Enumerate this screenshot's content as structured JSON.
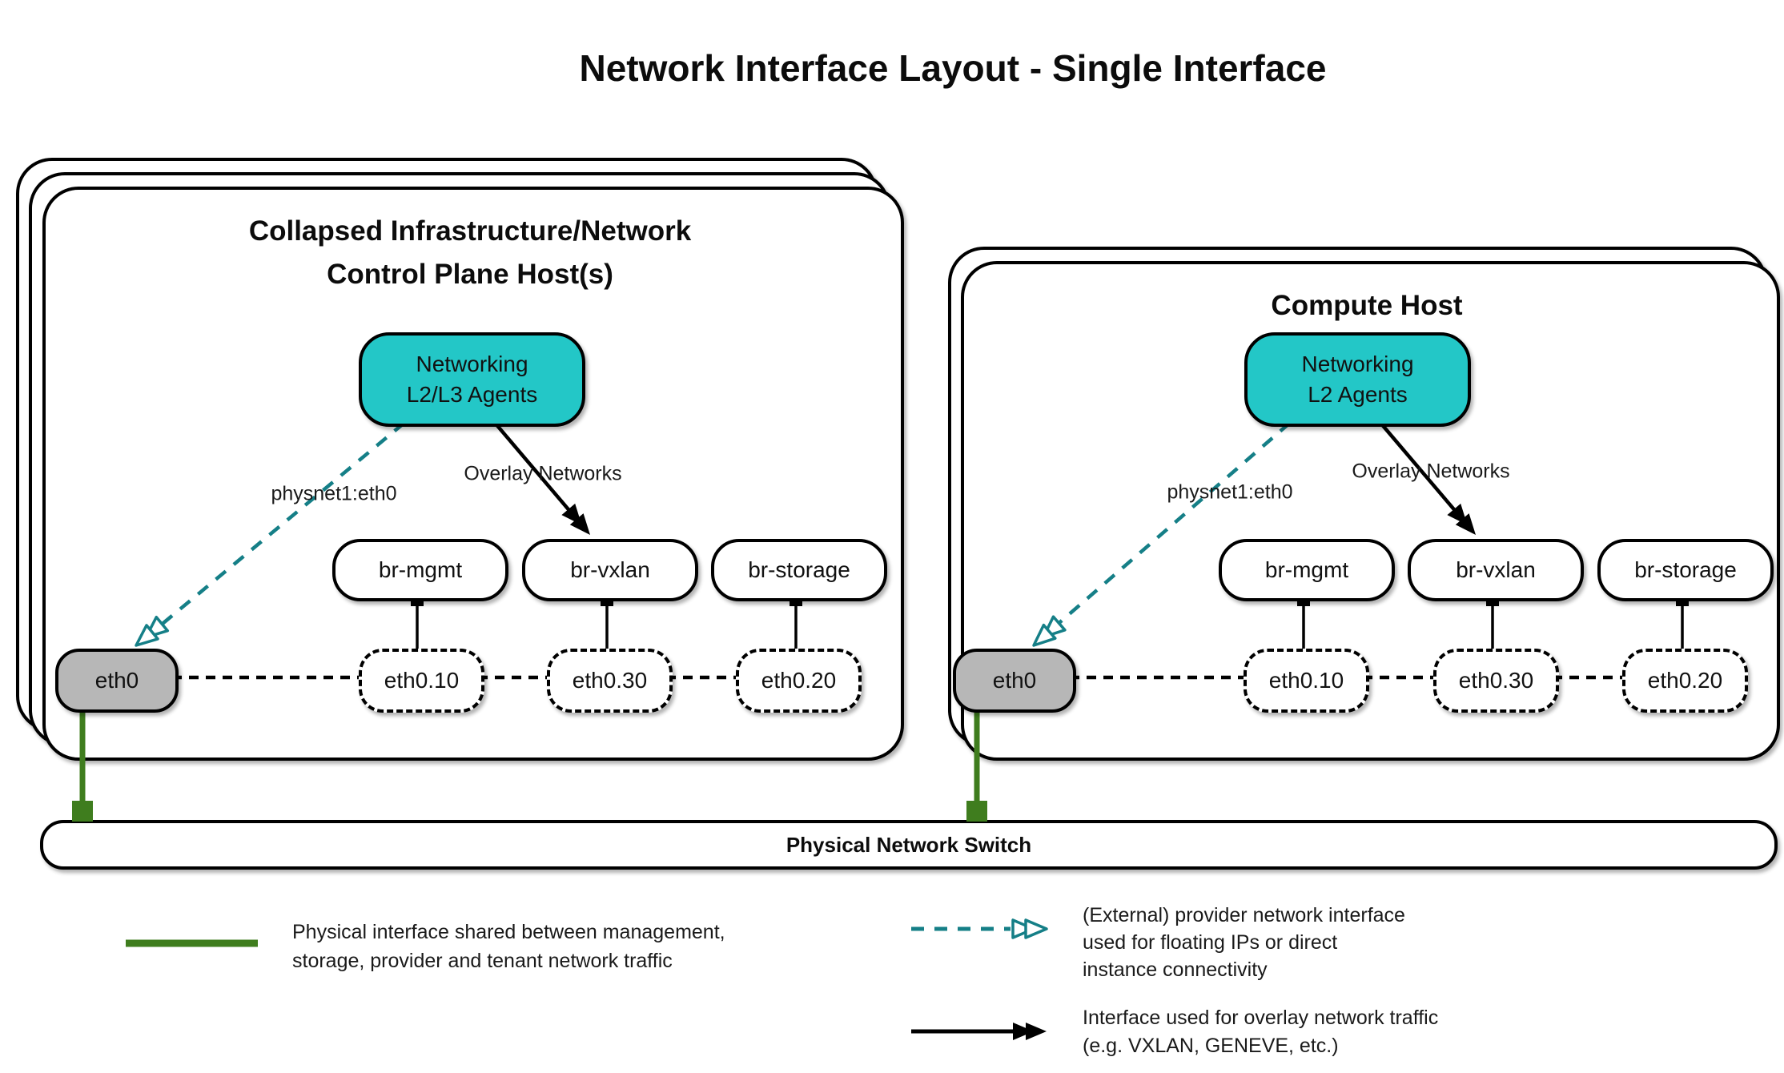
{
  "title": "Network Interface Layout - Single Interface",
  "colors": {
    "teal_fill": "#23c7c7",
    "teal_line": "#157f87",
    "green": "#3f7d1e",
    "phys_gray": "#b7b7b7"
  },
  "hosts": {
    "left": {
      "title_line1": "Collapsed Infrastructure/Network",
      "title_line2": "Control Plane Host(s)",
      "agent_line1": "Networking",
      "agent_line2": "L2/L3 Agents",
      "provider_label": "physnet1:eth0",
      "overlay_label": "Overlay Networks",
      "bridges": [
        "br-mgmt",
        "br-vxlan",
        "br-storage"
      ],
      "phys_if": "eth0",
      "vlan_ifs": [
        "eth0.10",
        "eth0.30",
        "eth0.20"
      ]
    },
    "right": {
      "title_line1": "Compute Host",
      "agent_line1": "Networking",
      "agent_line2": "L2 Agents",
      "provider_label": "physnet1:eth0",
      "overlay_label": "Overlay Networks",
      "bridges": [
        "br-mgmt",
        "br-vxlan",
        "br-storage"
      ],
      "phys_if": "eth0",
      "vlan_ifs": [
        "eth0.10",
        "eth0.30",
        "eth0.20"
      ]
    }
  },
  "switch_label": "Physical Network Switch",
  "legend": {
    "physical": {
      "line1": "Physical interface shared between management,",
      "line2": "storage, provider and tenant network traffic"
    },
    "provider": {
      "line1": "(External) provider network interface",
      "line2": "used for floating IPs or direct",
      "line3": "instance connectivity"
    },
    "overlay": {
      "line1": "Interface used for overlay network traffic",
      "line2": "(e.g. VXLAN, GENEVE, etc.)"
    }
  }
}
